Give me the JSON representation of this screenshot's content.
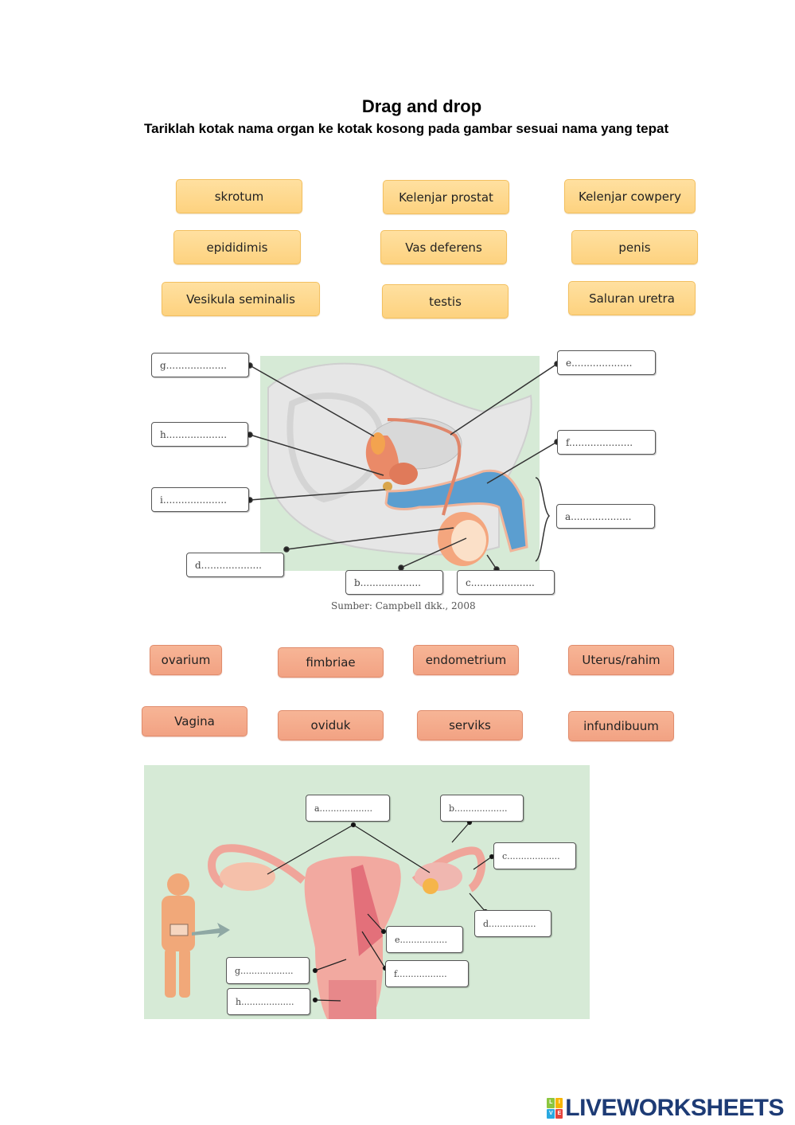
{
  "header": {
    "title": "Drag and drop",
    "instruction": "Tariklah kotak nama organ ke kotak kosong  pada gambar sesuai nama yang tepat"
  },
  "male_section": {
    "word_chips": [
      {
        "label": "skrotum"
      },
      {
        "label": "Kelenjar prostat"
      },
      {
        "label": "Kelenjar cowpery"
      },
      {
        "label": "epididimis"
      },
      {
        "label": "Vas deferens"
      },
      {
        "label": "penis"
      },
      {
        "label": "Vesikula seminalis"
      },
      {
        "label": "testis"
      },
      {
        "label": "Saluran uretra"
      }
    ],
    "drop_labels": {
      "a": "a....................",
      "b": "b....................",
      "c": "c.....................",
      "d": "d....................",
      "e": "e....................",
      "f": "f.....................",
      "g": "g....................",
      "h": "h....................",
      "i": "i....................."
    },
    "caption": "Sumber: Campbell dkk., 2008"
  },
  "female_section": {
    "word_chips": [
      {
        "label": "ovarium"
      },
      {
        "label": "fimbriae"
      },
      {
        "label": "endometrium"
      },
      {
        "label": "Uterus/rahim"
      },
      {
        "label": "Vagina"
      },
      {
        "label": "oviduk"
      },
      {
        "label": "serviks"
      },
      {
        "label": "infundibuum"
      }
    ],
    "drop_labels": {
      "a": "a...................",
      "b": "b...................",
      "c": "c...................",
      "d": "d.................",
      "e": "e.................",
      "f": "f..................",
      "g": "g...................",
      "h": "h..................."
    }
  },
  "colors": {
    "male_chip": "#fdd27f",
    "female_chip": "#f2a283",
    "figure_background": "#d6ead6"
  },
  "footer": {
    "brand": "LIVEWORKSHEETS",
    "logo_letters": [
      "L",
      "I",
      "V",
      "E"
    ]
  }
}
